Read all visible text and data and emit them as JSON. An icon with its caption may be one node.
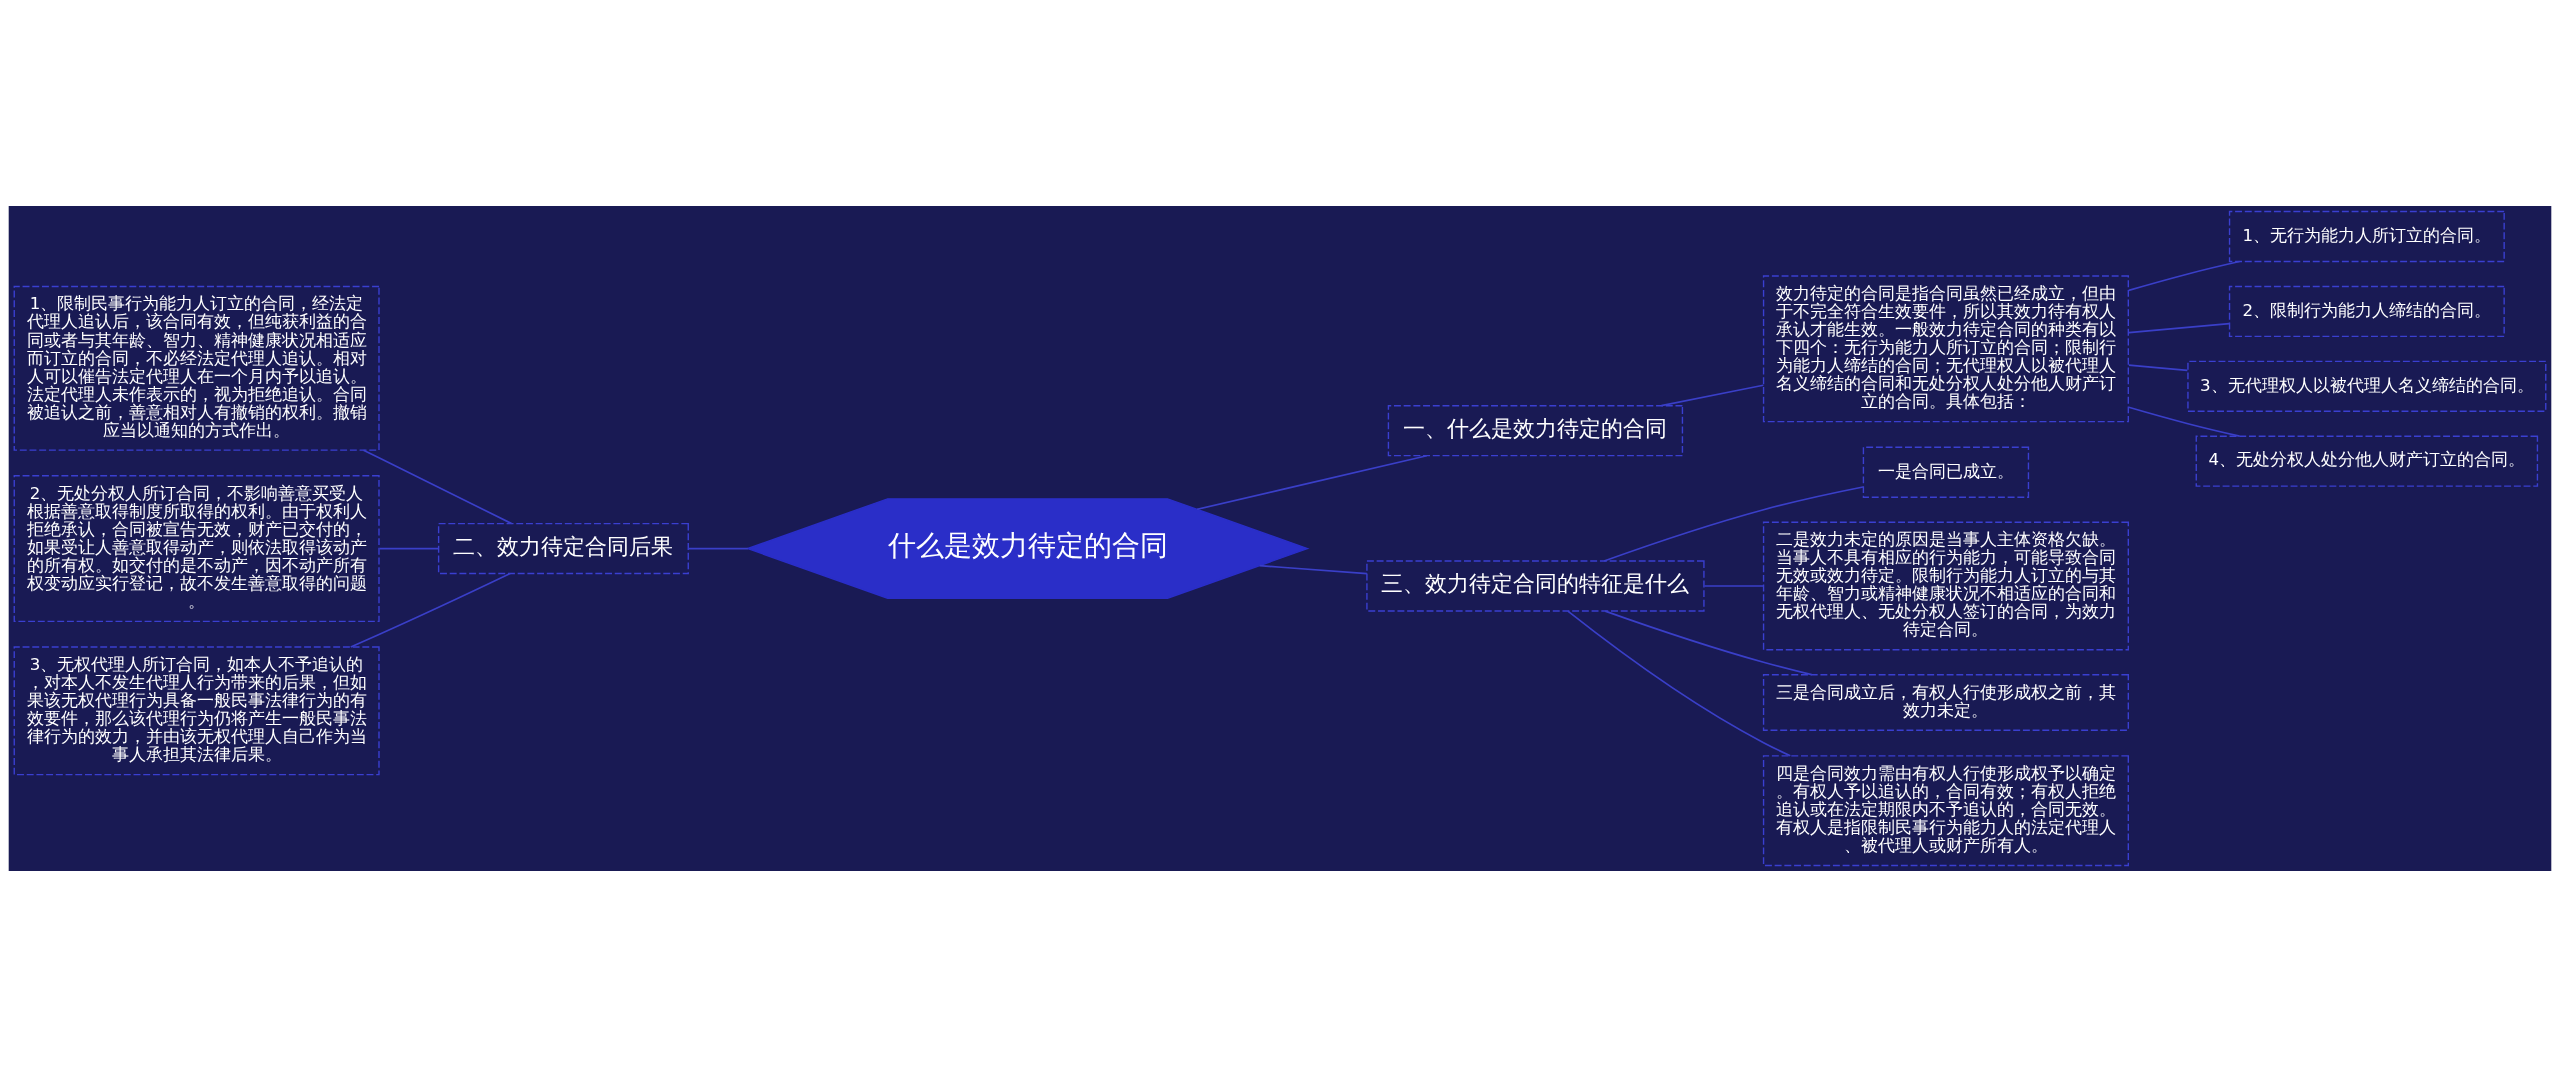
{
  "diagram": {
    "nodes": [
      {
        "text": [
          "什么是效力待定的合同"
        ]
      },
      {
        "text": [
          "一、什么是效力待定的合同"
        ]
      },
      {
        "text": [
          "效力待定的合同是指合同虽然已经成立，但由于不完全符合生效要件，所以其效力待有权人承认才能生效。一般效力待定合同的种类有以下四个：无行为能力人所订立的合同；限制行为能力人缔结的合同；无代理权人以被代理人名义缔结的合同和无处分权人处分他人财产订立的合同。具体包括："
        ]
      },
      {
        "text": [
          "1、无行为能力人所订立的合同。"
        ]
      },
      {
        "text": [
          "2、限制行为能力人缔结的合同。"
        ]
      },
      {
        "text": [
          "3、无代理权人以被代理人名义缔结的合同。"
        ]
      },
      {
        "text": [
          "4、无处分权人处分他人财产订立的合同。"
        ]
      },
      {
        "text": [
          "二、效力待定合同后果"
        ]
      },
      {
        "text": [
          "1、限制民事行为能力人订立的合同，经法定代理人追认后，该合同有效，但纯获利益的合同或者与其年龄、智力、精神健康状况相适应而订立的合同，不必经法定代理人追认。相对人可以催告法定代理人在一个月内予以追认。法定代理人未作表示的，视为拒绝追认。合同被追认之前，善意相对人有撤销的权利。撤销应当以通知的方式作出。"
        ]
      },
      {
        "text": [
          "2、无处分权人所订合同，不影响善意买受人根据善意取得制度所取得的权利。由于权利人拒绝承认，合同被宣告无效，财产已交付的，如果受让人善意取得动产，则依法取得该动产的所有权。如交付的是不动产，因不动产所有权变动应实行登记，故不发生善意取得的问题。"
        ]
      },
      {
        "text": [
          "3、无权代理人所订合同，如本人不予追认的，对本人不发生代理人行为带来的后果，但如果该无权代理行为具备一般民事法律行为的有效要件，那么该代理行为仍将产生一般民事法律行为的效力，并由该无权代理人自己作为当事人承担其法律后果。"
        ]
      },
      {
        "text": [
          "三、效力待定合同的特征是什么"
        ]
      },
      {
        "text": [
          "一是合同已成立。"
        ]
      },
      {
        "text": [
          "二是效力未定的原因是当事人主体资格欠缺。当事人不具有相应的行为能力，可能导致合同无效或效力待定。限制行为能力人订立的与其年龄、智力或精神健康状况不相适应的合同和无权代理人、无处分权人签订的合同，为效力待定合同。"
        ]
      },
      {
        "text": [
          "三是合同成立后，有权人行使形成权之前，其效力未定。"
        ]
      },
      {
        "text": [
          "四是合同效力需由有权人行使形成权予以确定。有权人予以追认的，合同有效；有权人拒绝追认或在法定期限内不予追认的，合同无效。有权人是指限制民事行为能力人的法定代理人、被代理人或财产所有人。"
        ]
      }
    ],
    "edges": [
      {
        "from": 0,
        "to": 1,
        "arrow": "none"
      },
      {
        "from": 1,
        "to": 2,
        "arrow": "none"
      },
      {
        "from": 2,
        "to": 3,
        "arrow": "none"
      },
      {
        "from": 2,
        "to": 4,
        "arrow": "none"
      },
      {
        "from": 2,
        "to": 5,
        "arrow": "none"
      },
      {
        "from": 2,
        "to": 6,
        "arrow": "none"
      },
      {
        "from": 0,
        "to": 7,
        "arrow": "none"
      },
      {
        "from": 7,
        "to": 8,
        "arrow": "none"
      },
      {
        "from": 7,
        "to": 9,
        "arrow": "none"
      },
      {
        "from": 7,
        "to": 10,
        "arrow": "none"
      },
      {
        "from": 0,
        "to": 11,
        "arrow": "none"
      },
      {
        "from": 11,
        "to": 12,
        "arrow": "none"
      },
      {
        "from": 11,
        "to": 13,
        "arrow": "none"
      },
      {
        "from": 11,
        "to": 14,
        "arrow": "none"
      },
      {
        "from": 11,
        "to": 15,
        "arrow": "none"
      }
    ]
  }
}
